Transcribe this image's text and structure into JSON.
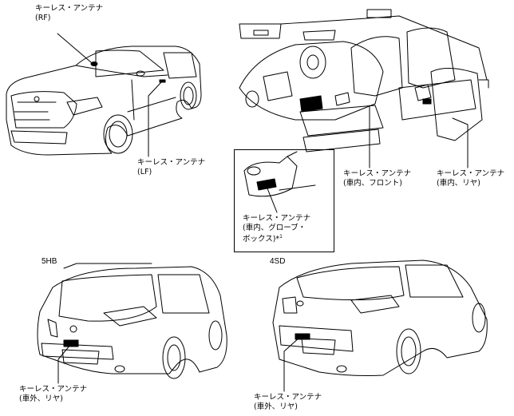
{
  "labels": {
    "rf": {
      "line1": "キーレス・アンテナ",
      "line2": "(RF)"
    },
    "lf": {
      "line1": "キーレス・アンテナ",
      "line2": "(LF)"
    },
    "front_in": {
      "line1": "キーレス・アンテナ",
      "line2": "(車内、フロント)"
    },
    "rear_in": {
      "line1": "キーレス・アンテナ",
      "line2": "(車内、リヤ)"
    },
    "glove": {
      "line1": "キーレス・アンテナ",
      "line2": "(車内、グローブ・",
      "line3": "ボックス)*",
      "sup": "1"
    },
    "rear_out_5hb": {
      "line1": "キーレス・アンテナ",
      "line2": "(車外、リヤ)"
    },
    "rear_out_4sd": {
      "line1": "キーレス・アンテナ",
      "line2": "(車外、リヤ)"
    }
  },
  "variants": {
    "hatch": "5HB",
    "sedan": "4SD"
  }
}
